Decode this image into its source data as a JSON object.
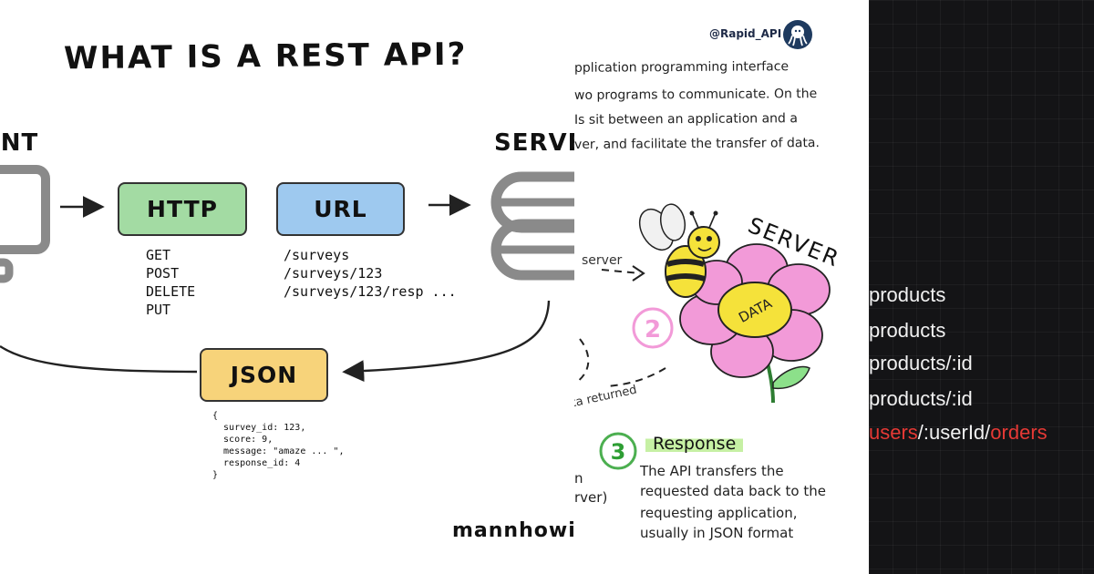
{
  "left": {
    "title": "WHAT IS A REST API?",
    "client_label": "ENT",
    "server_label": "SERVE",
    "http_label": "HTTP",
    "url_label": "URL",
    "json_label": "JSON",
    "methods": [
      "GET",
      "POST",
      "DELETE",
      "PUT"
    ],
    "urls": [
      "/surveys",
      "/surveys/123",
      "/surveys/123/resp ..."
    ],
    "json_sample": [
      "{",
      "  survey_id: 123,",
      "  score: 9,",
      "  message: \"amaze ... \",",
      "  response_id: 4",
      "}"
    ],
    "signature": "mannhowie"
  },
  "middle": {
    "handle": "@Rapid_API",
    "description_lines": [
      "pplication programming interface",
      "wo programs to communicate. On the",
      "Is sit between an application and a",
      "ver, and facilitate the transfer of data."
    ],
    "server_word": "SERVER",
    "server_small": "server",
    "data_label": "DATA",
    "step_two": "2",
    "data_returned": "ta returned",
    "step_three": "3",
    "response_title": "Response",
    "response_lines": [
      "The API transfers the",
      "requested data back to the",
      "requesting application,",
      "usually in JSON format"
    ],
    "fragments": [
      "n",
      "rver)"
    ]
  },
  "right": {
    "routes": [
      {
        "text": "products",
        "accent": ""
      },
      {
        "text": "products",
        "accent": ""
      },
      {
        "text": "products/:id",
        "accent": ""
      },
      {
        "text": "products/:id",
        "accent": ""
      }
    ],
    "last_route": {
      "part1": "users",
      "part2": "/:userId/",
      "part3": "orders"
    }
  },
  "colors": {
    "http_green": "#a3dba3",
    "url_blue": "#9ec9ef",
    "json_yellow": "#f7d37a",
    "dark_bg": "#141416",
    "accent_red": "#e53935",
    "flower_pink": "#f29ad8",
    "bee_yellow": "#f5e23a"
  }
}
